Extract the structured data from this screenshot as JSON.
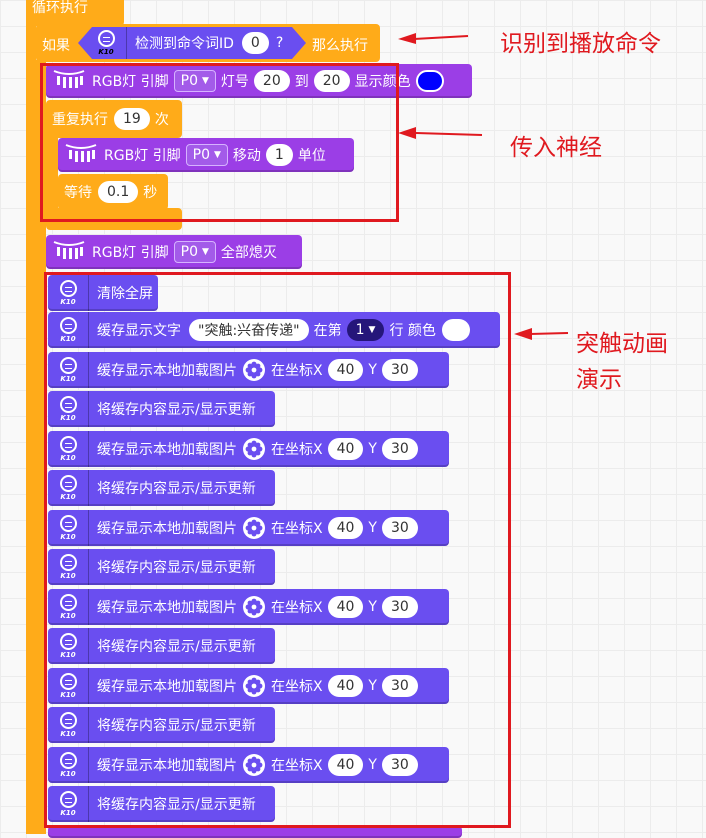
{
  "loop_label": "循环执行",
  "if_block": {
    "prefix": "如果",
    "condition": "检测到命令词ID",
    "id_value": "0",
    "question": "?",
    "suffix": "那么执行"
  },
  "rgb_set": {
    "label": "RGB灯 引脚",
    "pin": "P0",
    "lamp_label": "灯号",
    "from": "20",
    "to_label": "到",
    "to": "20",
    "show_color": "显示颜色",
    "color": "#0000ff"
  },
  "repeat": {
    "label": "重复执行",
    "count": "19",
    "unit": "次"
  },
  "rgb_move": {
    "label": "RGB灯 引脚",
    "pin": "P0",
    "move": "移动",
    "steps": "1",
    "unit": "单位"
  },
  "wait": {
    "label": "等待",
    "seconds": "0.1",
    "unit": "秒"
  },
  "rgb_off": {
    "label": "RGB灯 引脚",
    "pin": "P0",
    "action": "全部熄灭"
  },
  "k10_tag": "K10",
  "clear_screen": "清除全屏",
  "cache_text": {
    "label": "缓存显示文字",
    "text": "\"突触:兴奋传递\"",
    "row_prefix": "在第",
    "row": "1",
    "row_suffix": "行 颜色",
    "color": "#ffffff"
  },
  "load_image": {
    "label": "缓存显示本地加载图片",
    "at": "在坐标X",
    "x": "40",
    "y_label": "Y",
    "y": "30"
  },
  "refresh": "将缓存内容显示/显示更新",
  "annotations": {
    "recognize": "识别到播放命令",
    "neural": "传入神经",
    "synapse_line1": "突触动画",
    "synapse_line2": "演示"
  },
  "accent_colors": {
    "control": "#ffab19",
    "k10": "#6a4ef0",
    "rgb": "#9b3ee6",
    "annotation": "#e0191f"
  }
}
